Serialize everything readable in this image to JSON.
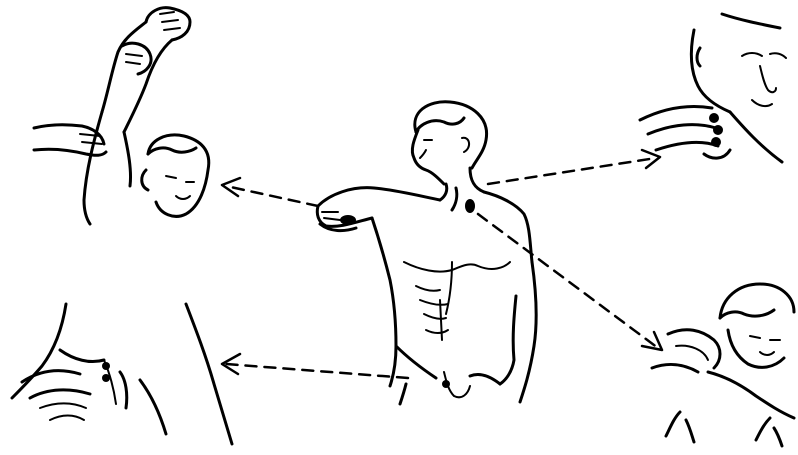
{
  "figure": {
    "ink_color": "#000000",
    "background_color": "#ffffff",
    "panels": [
      {
        "id": "central-figure",
        "icon": "standing-man-torso-icon"
      },
      {
        "id": "axilla-palpation",
        "icon": "axillary-exam-icon"
      },
      {
        "id": "neck-palpation",
        "icon": "cervical-exam-icon"
      },
      {
        "id": "supraclavicular-palpation",
        "icon": "supraclavicular-exam-icon"
      },
      {
        "id": "groin-palpation",
        "icon": "inguinal-exam-icon"
      }
    ],
    "arrows": [
      {
        "from": "central-figure",
        "to": "axilla-palpation",
        "style": "dashed"
      },
      {
        "from": "central-figure",
        "to": "neck-palpation",
        "style": "dashed"
      },
      {
        "from": "central-figure",
        "to": "supraclavicular-palpation",
        "style": "dashed"
      },
      {
        "from": "central-figure",
        "to": "groin-palpation",
        "style": "dashed"
      }
    ]
  }
}
